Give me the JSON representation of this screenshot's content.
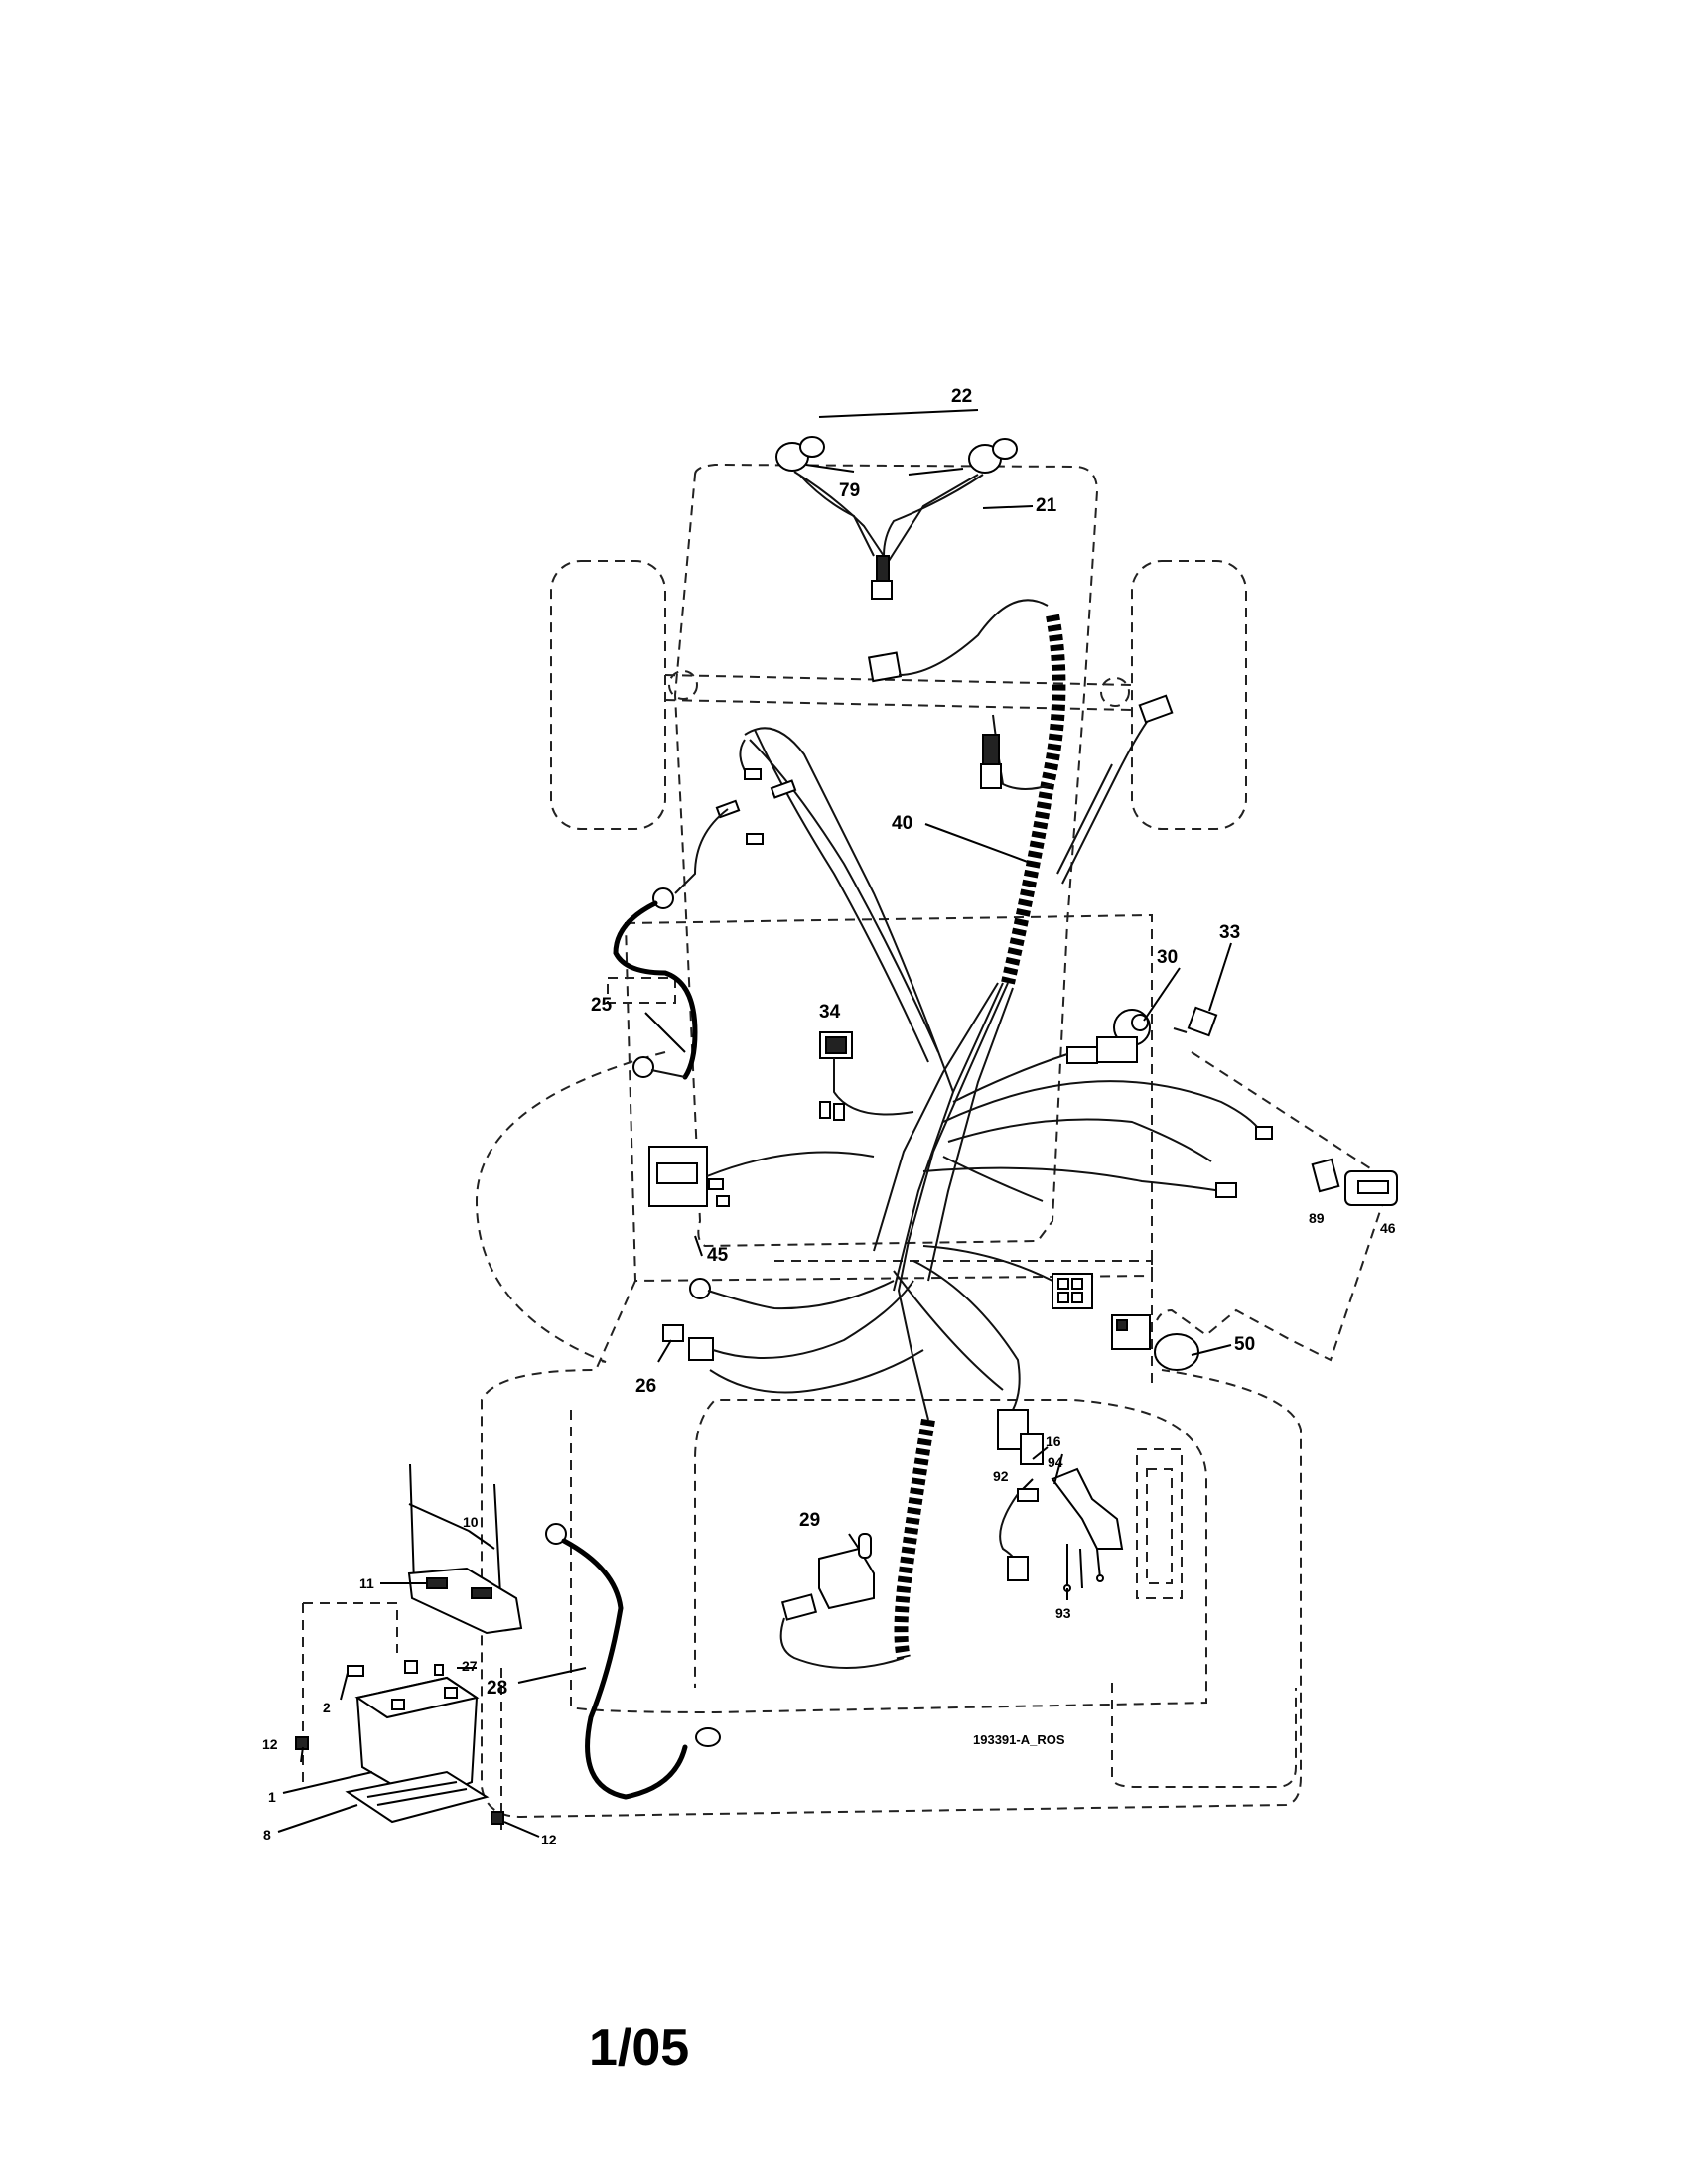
{
  "drawing_code": "193391-A_ROS",
  "page_number": "1/05",
  "callouts": {
    "p22": "22",
    "p79": "79",
    "p21": "21",
    "p40": "40",
    "p33": "33",
    "p30": "30",
    "p25": "25",
    "p34": "34",
    "p45": "45",
    "p89": "89",
    "p46": "46",
    "p50": "50",
    "p26": "26",
    "p16": "16",
    "p94": "94",
    "p92": "92",
    "p29": "29",
    "p93": "93",
    "p10": "10",
    "p11": "11",
    "p27": "27",
    "p28": "28",
    "p2": "2",
    "p12a": "12",
    "p1": "1",
    "p8": "8",
    "p12b": "12"
  }
}
